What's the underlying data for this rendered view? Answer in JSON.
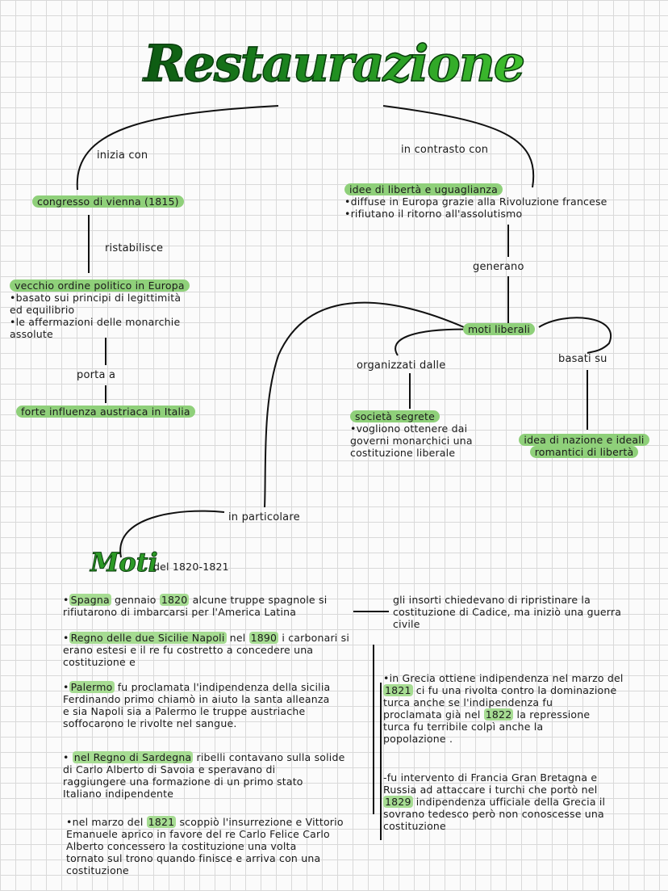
{
  "title": "Restaurazione",
  "labels": {
    "inizia_con": "inizia con",
    "in_contrasto_con": "in contrasto con",
    "ristabilisce": "ristabilisce",
    "porta_a": "porta a",
    "generano": "generano",
    "organizzati_dalle": "organizzati dalle",
    "basati_su": "basati su",
    "in_particolare": "in particolare"
  },
  "congresso": "congresso di vienna (1815)",
  "vecchio_ordine": {
    "heading": "vecchio ordine politico in Europa",
    "lines": [
      "•basato sui principi di legittimità",
      "ed equilibrio",
      "•le affermazioni delle monarchie",
      "assolute"
    ]
  },
  "influenza": "forte influenza austriaca in Italia",
  "idee": {
    "heading": "idee di libertà e uguaglianza",
    "lines": [
      "•diffuse in Europa grazie alla Rivoluzione francese",
      "•rifiutano il ritorno all'assolutismo"
    ]
  },
  "moti_liberali": "moti liberali",
  "societa": {
    "heading": "società segrete",
    "lines": [
      "•vogliono ottenere dai",
      "governi monarchici una",
      "costituzione liberale"
    ]
  },
  "idea_nazione": [
    "idea di nazione e ideali",
    "romantici di libertà"
  ],
  "moti_title": "Moti",
  "moti_date": "del 1820-1821",
  "left_col": {
    "spagna": {
      "highlight": "Spagna",
      "mid": " gennaio ",
      "year": "1820",
      "rest": " alcune truppe spagnole si",
      "line2": "rifiutarono di imbarcarsi per l'America Latina"
    },
    "regno_due_sicilie": {
      "highlight": "Regno delle due Sicilie Napoli",
      "mid": " nel ",
      "year": "1890",
      "rest": " i carbonari si",
      "line2": "erano estesi e il re fu costretto a concedere una",
      "line3": "costituzione e"
    },
    "palermo": {
      "highlight": "Palermo",
      "rest": " fu proclamata l'indipendenza della sicilia",
      "lines": [
        "Ferdinando primo chiamò in aiuto la santa alleanza",
        "e sia Napoli sia a Palermo le truppe austriache",
        "soffocarono le rivolte nel sangue."
      ]
    },
    "sardegna": {
      "highlight": "nel Regno di Sardegna",
      "rest": " ribelli contavano sulla solide",
      "lines": [
        "di Carlo Alberto di Savoia e speravano di",
        "raggiungere una formazione di un primo stato",
        "Italiano indipendente"
      ]
    },
    "marzo_1821": {
      "pre": "•nel marzo del ",
      "year": "1821",
      "rest": " scoppiò l'insurrezione e Vittorio",
      "lines": [
        "Emanuele aprico in favore del re Carlo Felice Carlo",
        "Alberto concessero la costituzione una volta",
        "tornato sul trono quando finisce e arriva con una",
        "costituzione"
      ]
    }
  },
  "right_col": {
    "insorti": [
      "gli insorti chiedevano di ripristinare la",
      "costituzione di Cadice, ma iniziò una guerra",
      "civile"
    ],
    "grecia": {
      "line1": "•in Grecia ottiene indipendenza nel marzo del",
      "year1": "1821",
      "line2rest": " ci fu una rivolta contro la dominazione",
      "line3": "turca anche se l'indipendenza fu",
      "line4pre": "proclamata già nel ",
      "year2": "1822",
      "line4rest": " la repressione",
      "line5": "turca fu terribile colpì anche la",
      "line6": "popolazione ."
    },
    "intervento": {
      "line1": "-fu intervento di Francia Gran Bretagna e",
      "line2": "Russia ad attaccare i turchi che portò nel",
      "year": "1829",
      "line3rest": " indipendenza ufficiale della Grecia il",
      "line4": "sovrano tedesco però non conoscesse una",
      "line5": "costituzione"
    }
  },
  "colors": {
    "highlight": "#8fd07a",
    "title_dark": "#0d5a12",
    "title_light": "#3fbf2e"
  }
}
